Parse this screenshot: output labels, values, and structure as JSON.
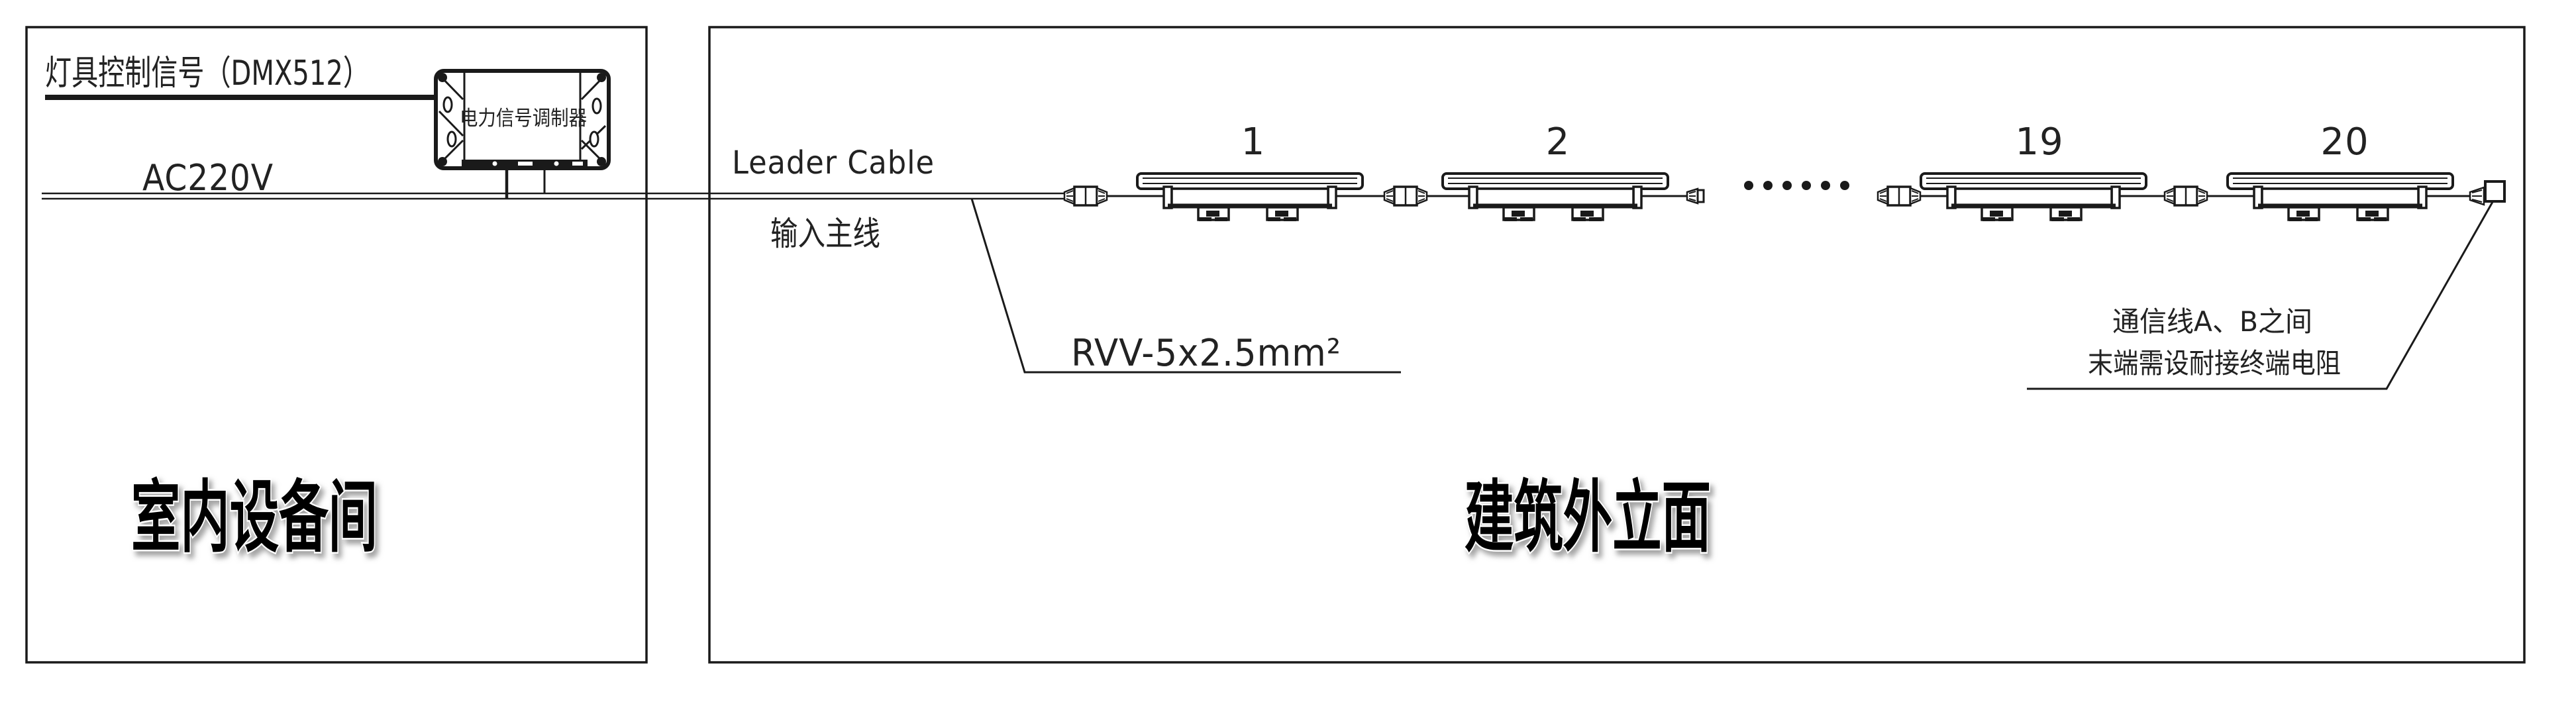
{
  "diagram_title_implicit": "DMX512 exterior lighting wiring diagram",
  "colors": {
    "background": "#ffffff",
    "line": "#1a1a1a",
    "title_fill": "#050505",
    "title_outline": "#ffffff",
    "title_shadow": "#9a9a9a"
  },
  "indoor": {
    "title": "室内设备间",
    "dmx_label": "灯具控制信号（DMX512）",
    "ac_label": "AC220V",
    "modulator_label": "电力信号调制器"
  },
  "outdoor": {
    "title": "建筑外立面",
    "leader_cable_label": "Leader Cable",
    "input_main_label": "输入主线",
    "cable_spec": "RVV-5x2.5mm²",
    "terminal_note_line1": "通信线A、B之间",
    "terminal_note_line2": "末端需设耐接终端电阻",
    "ellipsis": "……",
    "fixture_numbers": [
      "1",
      "2",
      "19",
      "20"
    ]
  }
}
